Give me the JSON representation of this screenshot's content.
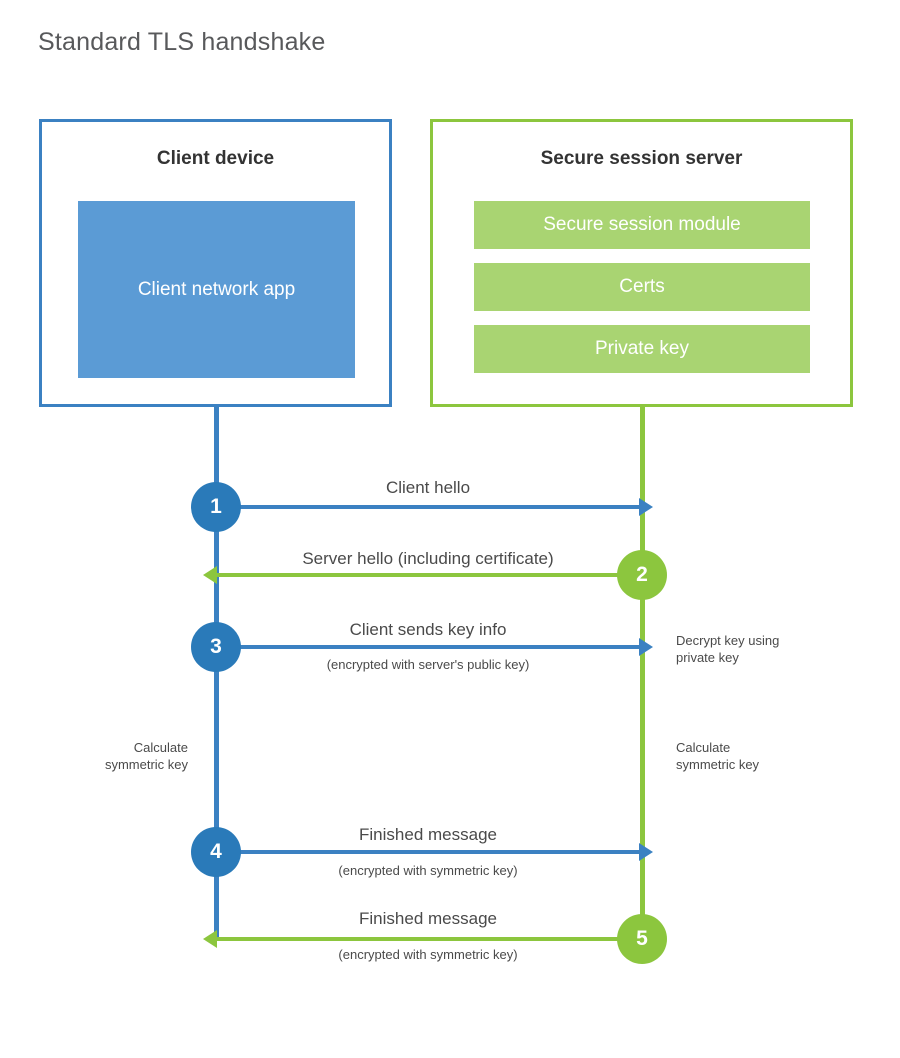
{
  "title": "Standard TLS handshake",
  "colors": {
    "client_border": "#3b81c2",
    "client_block": "#5b9bd5",
    "client_circle": "#2a7ab9",
    "server_border": "#8cc63e",
    "server_block": "#a9d472",
    "server_circle": "#8cc63e",
    "title_text": "#58595b",
    "body_text": "#4a4a4a",
    "heading_text": "#333333",
    "background": "#ffffff"
  },
  "parties": {
    "client": {
      "title": "Client device",
      "block_label": "Client network app"
    },
    "server": {
      "title": "Secure session server",
      "blocks": [
        "Secure session module",
        "Certs",
        "Private key"
      ]
    }
  },
  "steps": [
    {
      "number": "1",
      "direction": "client-to-server",
      "label": "Client hello",
      "sublabel": ""
    },
    {
      "number": "2",
      "direction": "server-to-client",
      "label": "Server hello (including certificate)",
      "sublabel": ""
    },
    {
      "number": "3",
      "direction": "client-to-server",
      "label": "Client sends key info",
      "sublabel": "(encrypted with server's public key)"
    },
    {
      "number": "4",
      "direction": "client-to-server",
      "label": "Finished message",
      "sublabel": "(encrypted with symmetric key)"
    },
    {
      "number": "5",
      "direction": "server-to-client",
      "label": "Finished message",
      "sublabel": "(encrypted with symmetric key)"
    }
  ],
  "notes": {
    "server_decrypt_line1": "Decrypt key using",
    "server_decrypt_line2": "private key",
    "client_calc_line1": "Calculate",
    "client_calc_line2": "symmetric key",
    "server_calc_line1": "Calculate",
    "server_calc_line2": "symmetric key"
  }
}
